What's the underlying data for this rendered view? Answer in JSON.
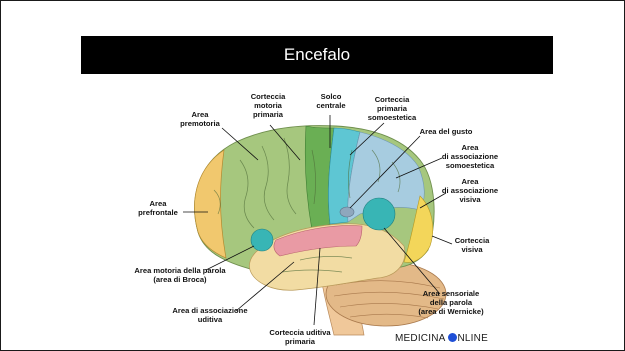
{
  "slide": {
    "title": "Encefalo"
  },
  "labels": {
    "premotoria": [
      "Area",
      "premotoria"
    ],
    "motoria": [
      "Corteccia",
      "motoria",
      "primaria"
    ],
    "solco": [
      "Solco",
      "centrale"
    ],
    "somato": [
      "Corteccia",
      "primaria",
      "somoestetica"
    ],
    "gusto": [
      "Area del gusto"
    ],
    "assoc_somo": [
      "Area",
      "di associazione",
      "somoestetica"
    ],
    "assoc_visiva": [
      "Area",
      "di associazione",
      "visiva"
    ],
    "prefrontale": [
      "Area",
      "prefrontale"
    ],
    "visiva": [
      "Corteccia",
      "visiva"
    ],
    "broca": [
      "Area motoria della parola",
      "(area di Broca)"
    ],
    "wernicke": [
      "Area sensoriale",
      "della parola",
      "(area di Wernicke)"
    ],
    "uditiva_assoc": [
      "Area di associazione",
      "uditiva"
    ],
    "uditiva_primaria": [
      "Corteccia uditiva",
      "primaria"
    ]
  },
  "brand": {
    "left": "MEDICINA",
    "right": "NLINE",
    "dot_color": "#1f4fd6"
  },
  "colors": {
    "frontal": "#a6c77e",
    "prefrontal": "#f1c86e",
    "motor": "#6aaf54",
    "somato": "#5ec6d3",
    "parietal": "#a7cce0",
    "occipital": "#f3d65a",
    "temporal": "#f2dca3",
    "auditory": "#e99aa4",
    "spot": "#38b5b5",
    "cerebellum": "#e3b988",
    "stem": "#f0c89a"
  }
}
